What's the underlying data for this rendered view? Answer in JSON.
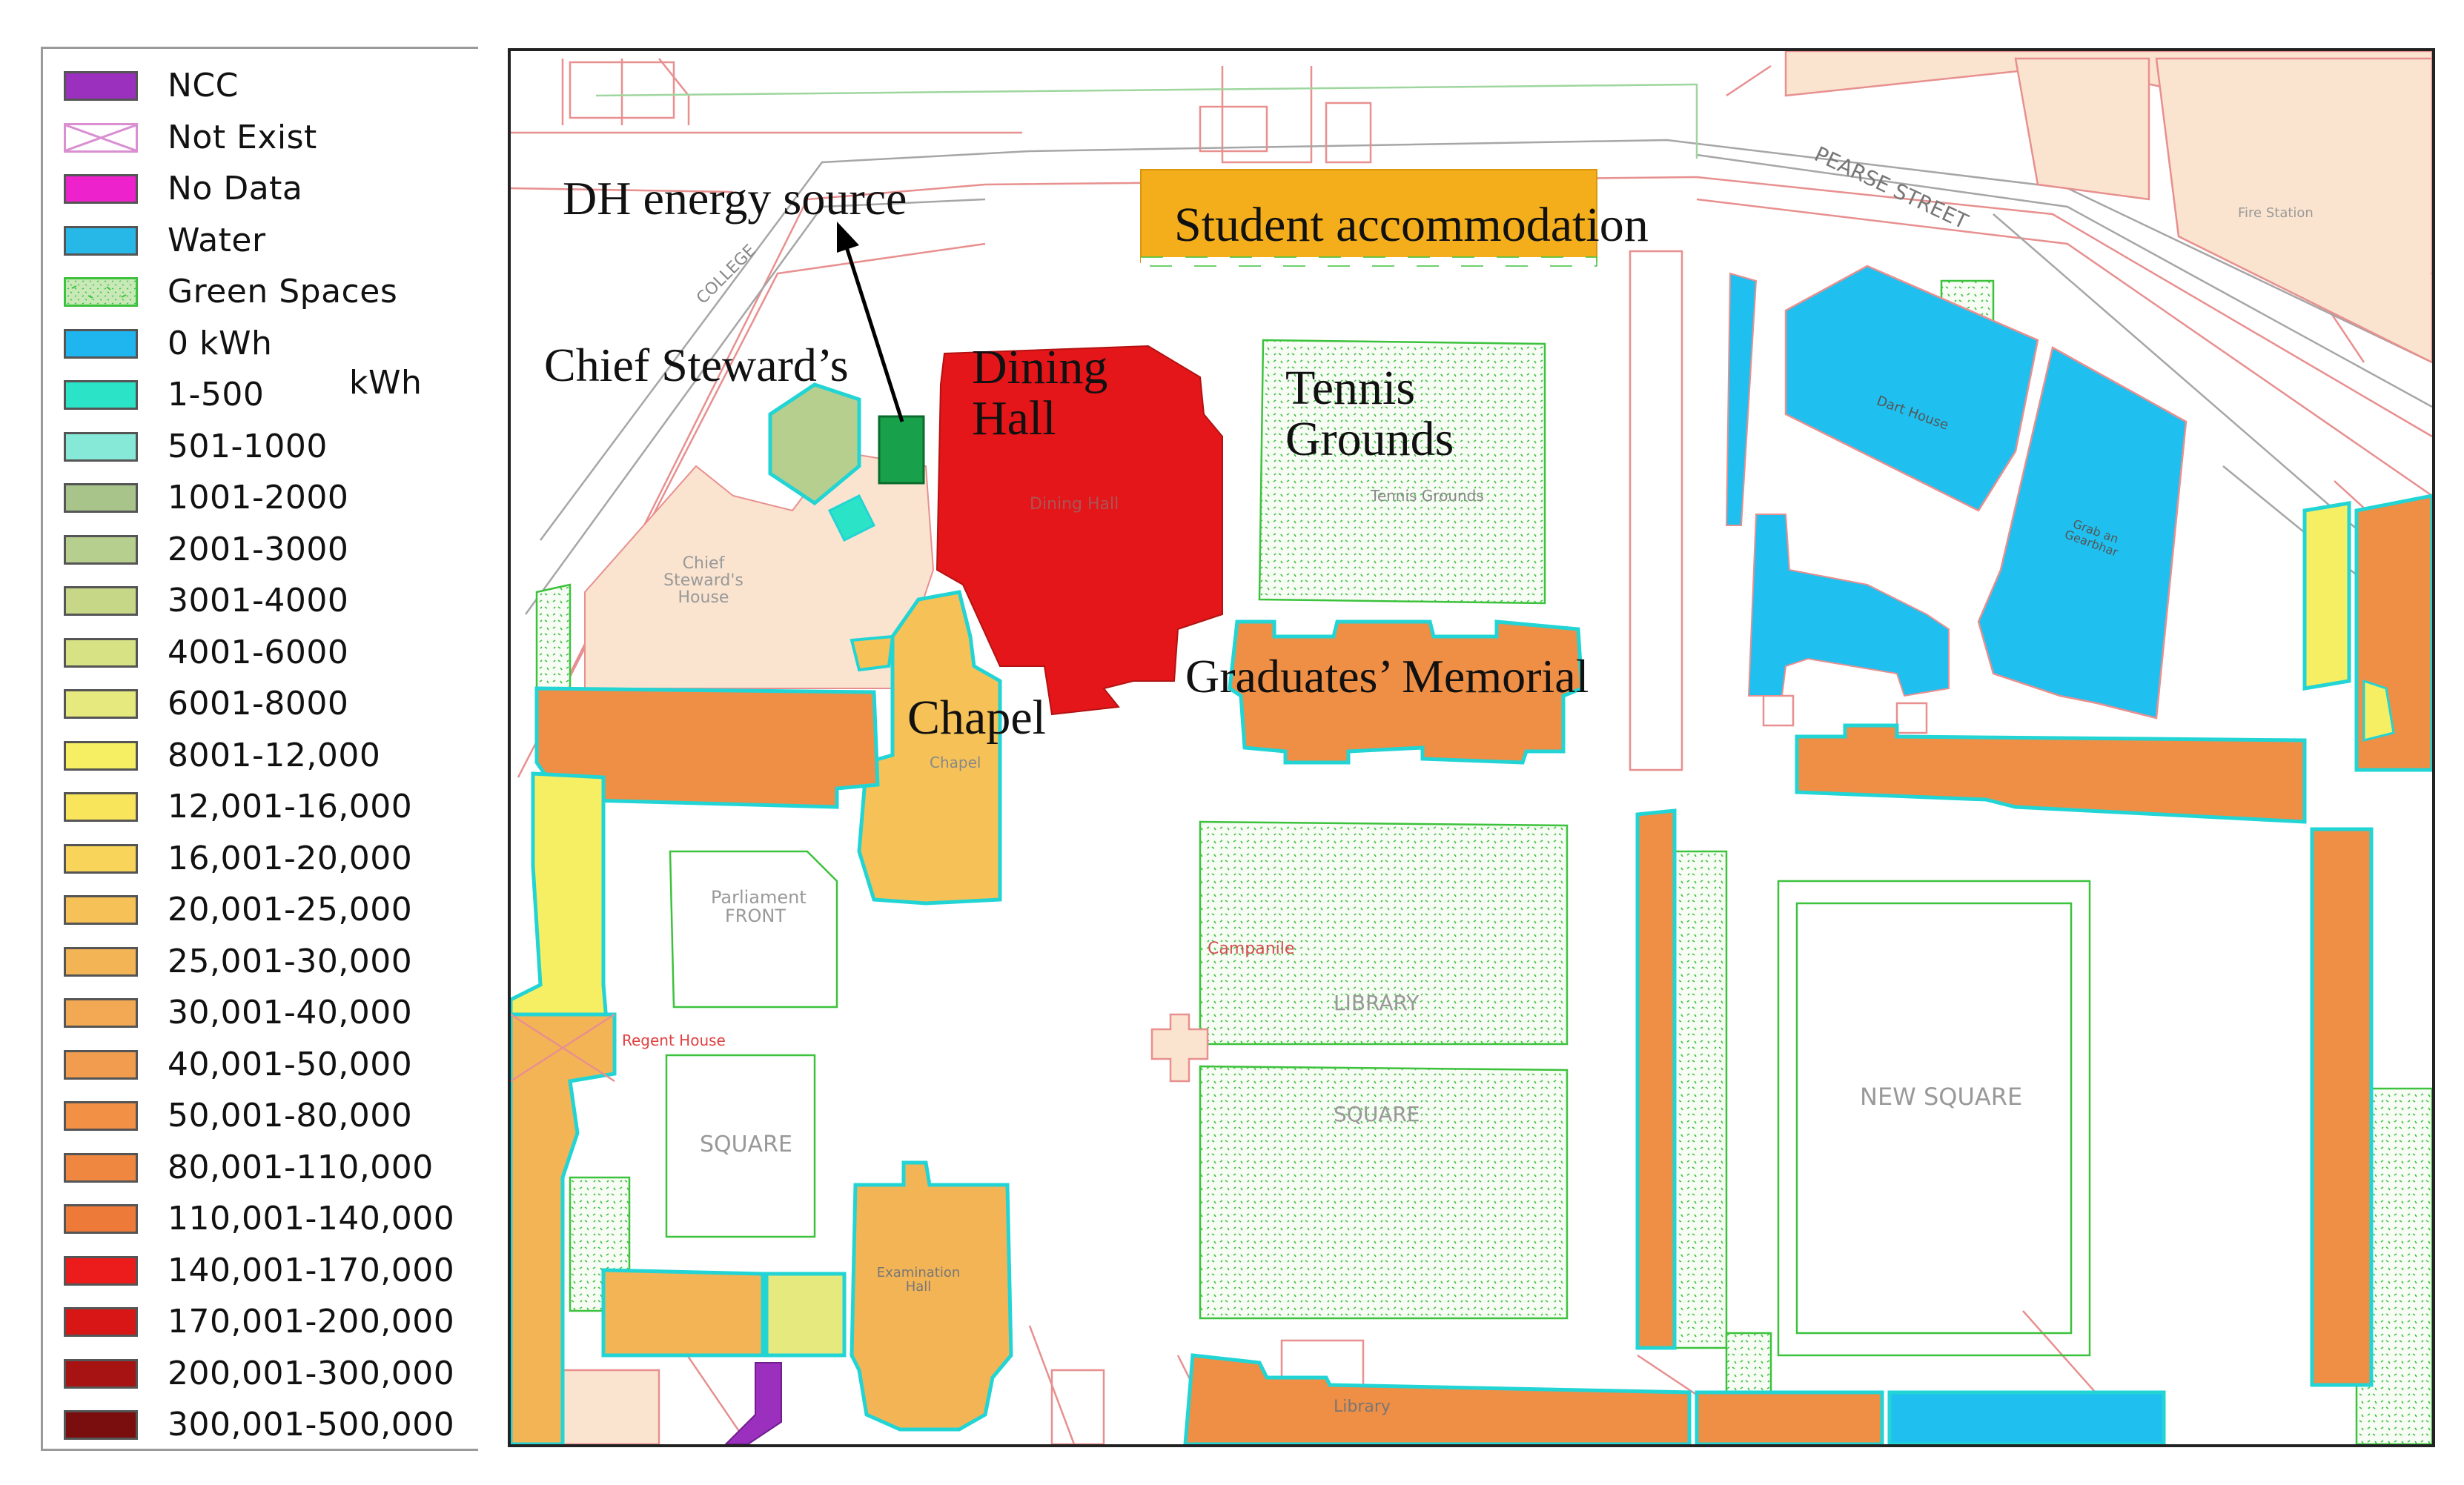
{
  "legend": {
    "items": [
      {
        "label": "NCC",
        "color": "#9b2fbe",
        "pattern": "solid"
      },
      {
        "label": "Not Exist",
        "color": "#d98fd2",
        "pattern": "cross"
      },
      {
        "label": "No Data",
        "color": "#ee22cc",
        "pattern": "solid"
      },
      {
        "label": "Water",
        "color": "#28b8e8",
        "pattern": "solid"
      },
      {
        "label": "Green Spaces",
        "color": "#c8e8b8",
        "pattern": "dots"
      },
      {
        "label": "0 kWh",
        "color": "#1fb6f0",
        "pattern": "solid"
      },
      {
        "label": "1-500",
        "color": "#2be3c6",
        "pattern": "solid",
        "unit": "kWh"
      },
      {
        "label": "501-1000",
        "color": "#86e8d6",
        "pattern": "solid"
      },
      {
        "label": "1001-2000",
        "color": "#a8c48a",
        "pattern": "solid"
      },
      {
        "label": "2001-3000",
        "color": "#b6cf8f",
        "pattern": "solid"
      },
      {
        "label": "3001-4000",
        "color": "#c6d887",
        "pattern": "solid"
      },
      {
        "label": "4001-6000",
        "color": "#d6e284",
        "pattern": "solid"
      },
      {
        "label": "6001-8000",
        "color": "#e6ea7e",
        "pattern": "solid"
      },
      {
        "label": "8001-12,000",
        "color": "#f6ef64",
        "pattern": "solid"
      },
      {
        "label": "12,001-16,000",
        "color": "#f8e55c",
        "pattern": "solid"
      },
      {
        "label": "16,001-20,000",
        "color": "#f8d45a",
        "pattern": "solid"
      },
      {
        "label": "20,001-25,000",
        "color": "#f6c257",
        "pattern": "solid"
      },
      {
        "label": "25,001-30,000",
        "color": "#f3b456",
        "pattern": "solid"
      },
      {
        "label": "30,001-40,000",
        "color": "#f3a954",
        "pattern": "solid"
      },
      {
        "label": "40,001-50,000",
        "color": "#f29c4f",
        "pattern": "solid"
      },
      {
        "label": "50,001-80,000",
        "color": "#f29045",
        "pattern": "solid"
      },
      {
        "label": "80,001-110,000",
        "color": "#ef8740",
        "pattern": "solid"
      },
      {
        "label": "110,001-140,000",
        "color": "#ee7a3a",
        "pattern": "solid"
      },
      {
        "label": "140,001-170,000",
        "color": "#ec1c1c",
        "pattern": "solid"
      },
      {
        "label": "170,001-200,000",
        "color": "#d81616",
        "pattern": "solid"
      },
      {
        "label": "200,001-300,000",
        "color": "#a71212",
        "pattern": "solid"
      },
      {
        "label": "300,001-500,000",
        "color": "#7a0d0d",
        "pattern": "solid"
      }
    ]
  },
  "map": {
    "labels": {
      "dh_energy_source": "DH energy source",
      "student_accommodation": "Student accommodation",
      "chief_stewards": "Chief Steward’s",
      "dining_hall": "Dining Hall",
      "tennis_grounds": "Tennis Grounds",
      "chapel": "Chapel",
      "graduates_memorial": "Graduates’ Memorial"
    },
    "street_text": {
      "pearse_street": "PEARSE STREET",
      "college": "COLLEGE",
      "fire_station": "Fire Station",
      "dining_hall_small": "Dining Hall",
      "tennis_small": "Tennis Grounds",
      "chief_stewards_house": "Chief Steward's House",
      "chapel_small": "Chapel",
      "parliament_front": "Parliament FRONT",
      "regent_house": "Regent House",
      "square": "SQUARE",
      "library": "LIBRARY",
      "campanile": "Campanile",
      "square_2": "SQUARE",
      "new_square": "NEW SQUARE",
      "examination_hall": "Examination Hall",
      "library_bottom": "Library",
      "dart_house": "Dart House",
      "gate_house": "Grab an Gearbhar"
    }
  }
}
